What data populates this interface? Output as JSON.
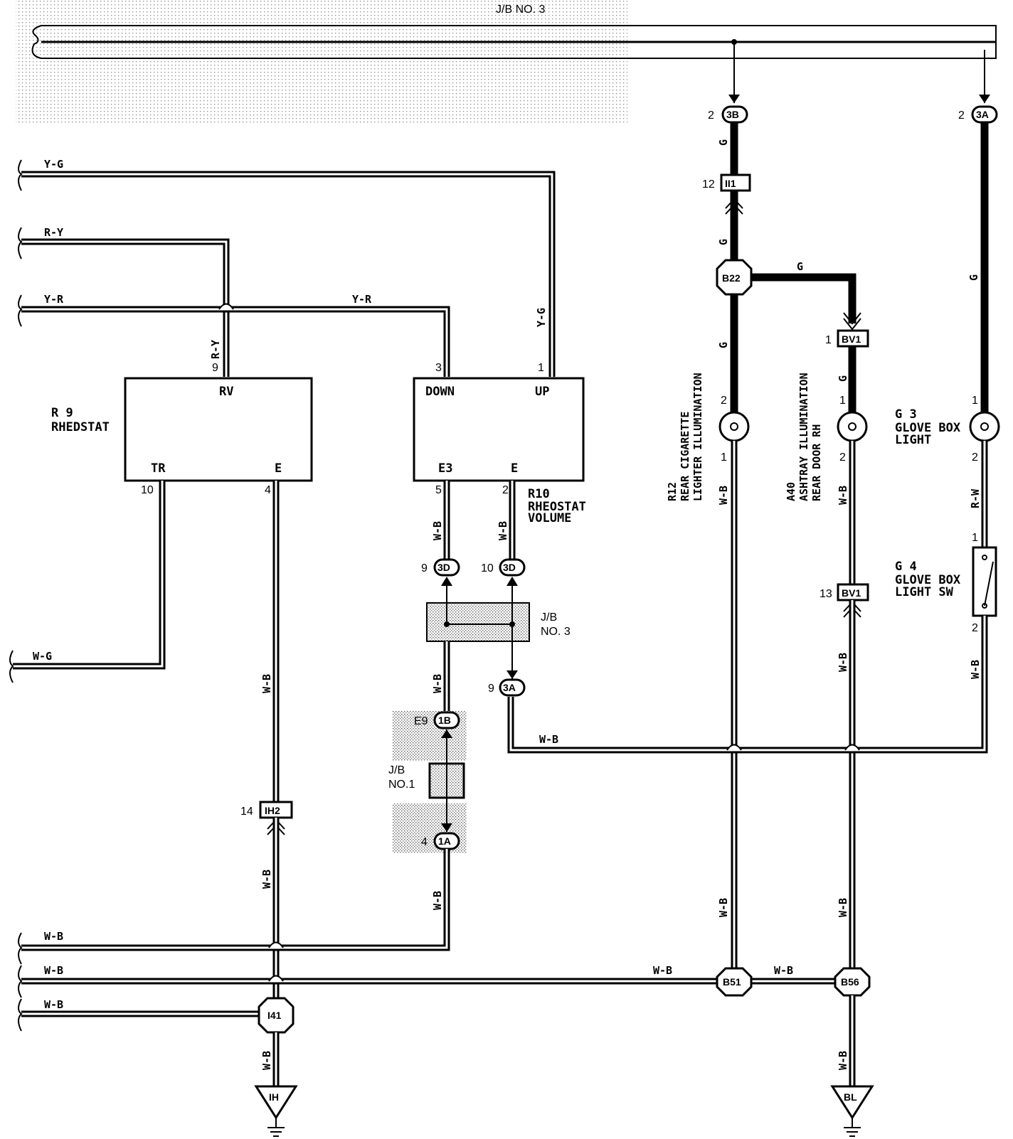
{
  "junction_blocks": {
    "jb3_top": "J/B NO. 3",
    "jb3_mid_line1": "J/B",
    "jb3_mid_line2": "NO. 3",
    "jb1_line1": "J/B",
    "jb1_line2": "NO.1"
  },
  "components": {
    "r9": {
      "id": "R 9",
      "name": "RHEDSTAT",
      "pins": {
        "rv": "RV",
        "tr": "TR",
        "e": "E"
      },
      "pin_numbers": {
        "rv": "9",
        "tr": "10",
        "e": "4"
      }
    },
    "r10": {
      "id": "R10",
      "name_line1": "RHEOSTAT",
      "name_line2": "VOLUME",
      "pins": {
        "down": "DOWN",
        "up": "UP",
        "e3": "E3",
        "e": "E"
      },
      "pin_numbers": {
        "down": "3",
        "up": "1",
        "e3": "5",
        "e": "2"
      }
    },
    "r12": {
      "id": "R12",
      "line1": "REAR CIGARETTE",
      "line2": "LIGHTER ILLUMINATION",
      "pin_top": "2",
      "pin_bottom": "1"
    },
    "a40": {
      "id": "A40",
      "line1": "ASHTRAY ILLUMINATION",
      "line2": "REAR DOOR RH",
      "pin_top": "1",
      "pin_bottom": "2"
    },
    "g3": {
      "id": "G 3",
      "line1": "GLOVE BOX",
      "line2": "LIGHT",
      "pin_top": "1",
      "pin_bottom": "2"
    },
    "g4": {
      "id": "G 4",
      "line1": "GLOVE BOX",
      "line2": "LIGHT SW",
      "pin_top": "1",
      "pin_bottom": "2"
    }
  },
  "connectors": {
    "c3b": {
      "label": "3B",
      "pin": "2"
    },
    "c3a_top": {
      "label": "3A",
      "pin": "2"
    },
    "ii1": {
      "label": "II1",
      "pin": "12"
    },
    "bv1_top": {
      "label": "BV1",
      "pin": "1"
    },
    "bv1_bot": {
      "label": "BV1",
      "pin": "13"
    },
    "c3d_9": {
      "label": "3D",
      "pin": "9"
    },
    "c3d_10": {
      "label": "3D",
      "pin": "10"
    },
    "c3a_9": {
      "label": "3A",
      "pin": "9"
    },
    "c1b": {
      "label": "1B",
      "pin": "E9"
    },
    "c1a": {
      "label": "1A",
      "pin": "4"
    },
    "ih2": {
      "label": "IH2",
      "pin": "14"
    }
  },
  "splices": {
    "b22": "B22",
    "b51": "B51",
    "b56": "B56",
    "i41": "I41"
  },
  "grounds": {
    "ih": "IH",
    "bl": "BL"
  },
  "wires": {
    "y_g": "Y-G",
    "r_y": "R-Y",
    "y_r": "Y-R",
    "w_g": "W-G",
    "w_b": "W-B",
    "g": "G",
    "r_w": "R-W"
  },
  "colors": {
    "ink": "#000000",
    "paper": "#ffffff",
    "shade": "#9a9a9a"
  }
}
